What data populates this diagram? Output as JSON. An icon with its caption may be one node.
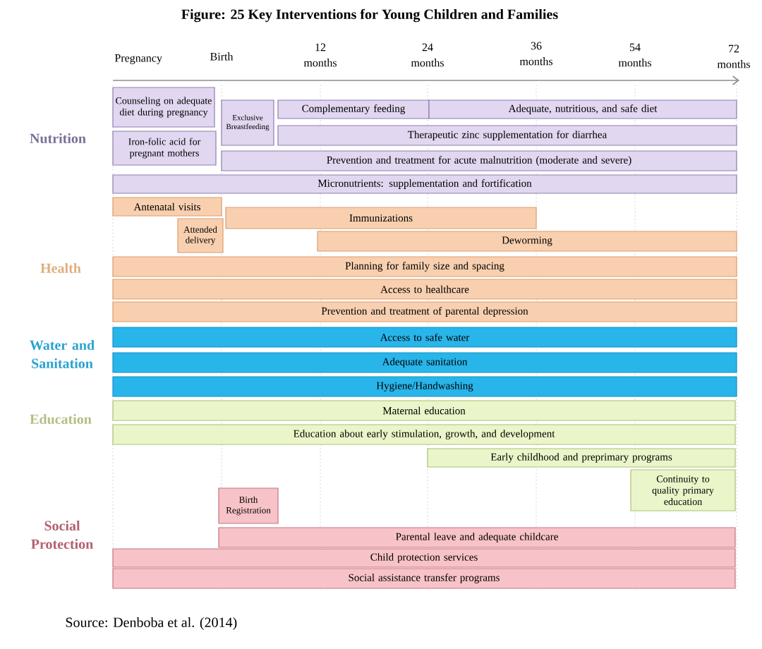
{
  "diagram": {
    "title": "Figure: 25 Key Interventions for Young Children and Families",
    "caption": "Source: Denboba et al. (2014)",
    "nodes": [
      {
        "text": [
          "Counseling on adequate diet during pregnancy"
        ]
      },
      {
        "text": [
          "Iron-folic acid for pregnant mothers"
        ]
      },
      {
        "text": [
          "Exclusive Breastfeeding"
        ]
      },
      {
        "text": [
          "Complementary feeding"
        ]
      },
      {
        "text": [
          "Adequate, nutritious, and safe diet"
        ]
      },
      {
        "text": [
          "Therapeutic zinc supplementation for diarrhea"
        ]
      },
      {
        "text": [
          "Prevention and treatment for acute malnutrition (moderate and severe)"
        ]
      },
      {
        "text": [
          "Micronutrients: supplementation and fortification"
        ]
      },
      {
        "text": [
          "Antenatal visits"
        ]
      },
      {
        "text": [
          "Immunizations"
        ]
      },
      {
        "text": [
          "Attended delivery"
        ]
      },
      {
        "text": [
          "Deworming"
        ]
      },
      {
        "text": [
          "Planning for family size and spacing"
        ]
      },
      {
        "text": [
          "Access to healthcare"
        ]
      },
      {
        "text": [
          "Prevention and treatment of parental depression"
        ]
      },
      {
        "text": [
          "Access to safe water"
        ]
      },
      {
        "text": [
          "Adequate sanitation"
        ]
      },
      {
        "text": [
          "Hygiene/Handwashing"
        ]
      },
      {
        "text": [
          "Maternal education"
        ]
      },
      {
        "text": [
          "Education about early stimulation, growth, and development"
        ]
      },
      {
        "text": [
          "Early childhood and preprimary programs"
        ]
      },
      {
        "text": [
          "Continuity to quality primary education"
        ]
      },
      {
        "text": [
          "Birth Registration"
        ]
      },
      {
        "text": [
          "Parental leave and adequate childcare"
        ]
      },
      {
        "text": [
          "Child protection services"
        ]
      },
      {
        "text": [
          "Social assistance transfer programs"
        ]
      }
    ],
    "labels": [
      "Pregnancy",
      "Birth",
      "12 months",
      "24 months",
      "36 months",
      "54 months",
      "72 months",
      "Nutrition",
      "Health",
      "Water and Sanitation",
      "Education",
      "Social Protection"
    ]
  }
}
